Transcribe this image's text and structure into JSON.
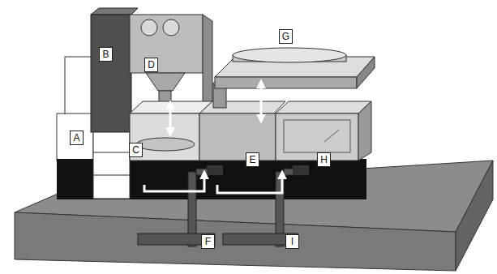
{
  "diagram": {
    "labels": [
      "G",
      "B",
      "D",
      "A",
      "C",
      "E",
      "H",
      "F",
      "I"
    ]
  }
}
